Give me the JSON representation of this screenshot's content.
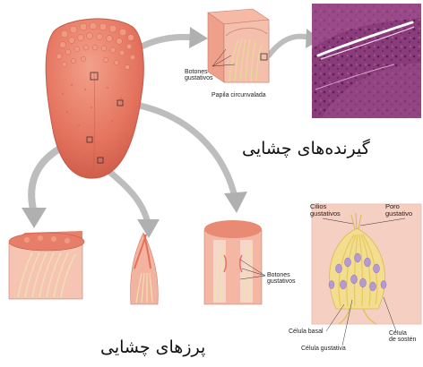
{
  "labels": {
    "botones_top": "Botones\ngustativos",
    "papila": "Papila circunvalada",
    "botones_mid": "Botones\ngustativos",
    "cilios": "Cilios\ngustativos",
    "poro": "Poro\ngustativo",
    "celula_basal": "Célula basal",
    "celula_gustativa": "Célula gustativa",
    "celula_sosten": "Célula\nde sostén",
    "receptors_fa": "گیرنده‌های چشایی",
    "buds_fa": "پرزهای چشایی"
  },
  "colors": {
    "tongue": "#e8806a",
    "tissue_pink": "#f3b7a6",
    "papilla_yellow": "#f2e4a8",
    "micro_purple": "#8b3f7c",
    "cell_purple": "#b59ad6",
    "arrow_grey": "#b9b9b9"
  }
}
